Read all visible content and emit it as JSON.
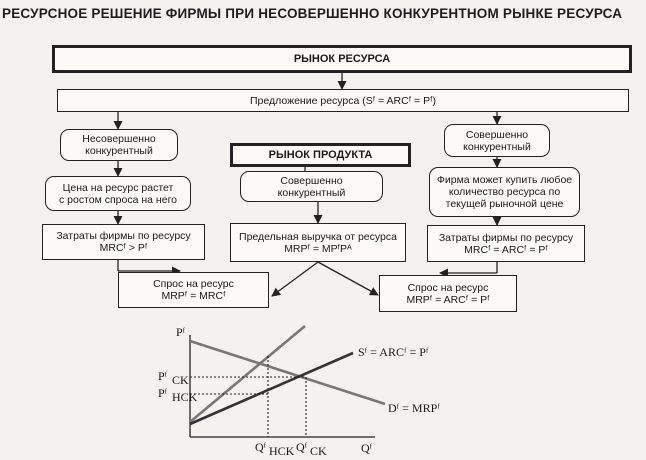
{
  "title": "РЕСУРСНОЕ РЕШЕНИЕ ФИРМЫ ПРИ НЕСОВЕРШЕННО КОНКУРЕНТНОМ РЫНКЕ РЕСУРСА",
  "boxes": {
    "resource_market": "РЫНОК РЕСУРСА",
    "supply": "Предложение ресурса (Sᶠ = ARCᶠ = Pᶠ)",
    "imperfect": [
      "Несовершенно",
      "конкурентный"
    ],
    "perfect_resource": [
      "Совершенно",
      "конкурентный"
    ],
    "product_market": "РЫНОК ПРОДУКТА",
    "perfect_product": [
      "Совершенно",
      "конкурентный"
    ],
    "price_rises": [
      "Цена на ресурс растет",
      "с ростом спроса на него"
    ],
    "firm_can_buy": [
      "Фирма может купить любое",
      "количество ресурса по",
      "текущей рыночной цене"
    ],
    "costs_left": [
      "Затраты фирмы по ресурсу",
      "MRCᶠ > Pᶠ"
    ],
    "mrp": [
      "Предельная выручка от ресурса",
      "MRPᶠ = MPᶠPᴬ"
    ],
    "costs_right": [
      "Затраты фирмы по ресурсу",
      "MRCᶠ = ARCᶠ = Pᶠ"
    ],
    "demand_left": [
      "Спрос на ресурс",
      "MRPᶠ = MRCᶠ"
    ],
    "demand_right": [
      "Спрос на ресурс",
      "MRPᶠ = ARCᶠ = Pᶠ"
    ]
  },
  "graph": {
    "y_axis": "Pᶠ",
    "x_axis": "Qᶠ",
    "supply_label": "Sᶠ = ARCᶠ = Pᶠ",
    "demand_label": "Dᶠ = MRPᶠ",
    "p_ck": "Pᶠ",
    "p_ck_sub": "CK",
    "p_nck": "Pᶠ",
    "p_nck_sub": "HCK",
    "q_nck": "Qᶠ",
    "q_nck_sub": "HCK",
    "q_ck": "Qᶠ",
    "q_ck_sub": "CK"
  }
}
